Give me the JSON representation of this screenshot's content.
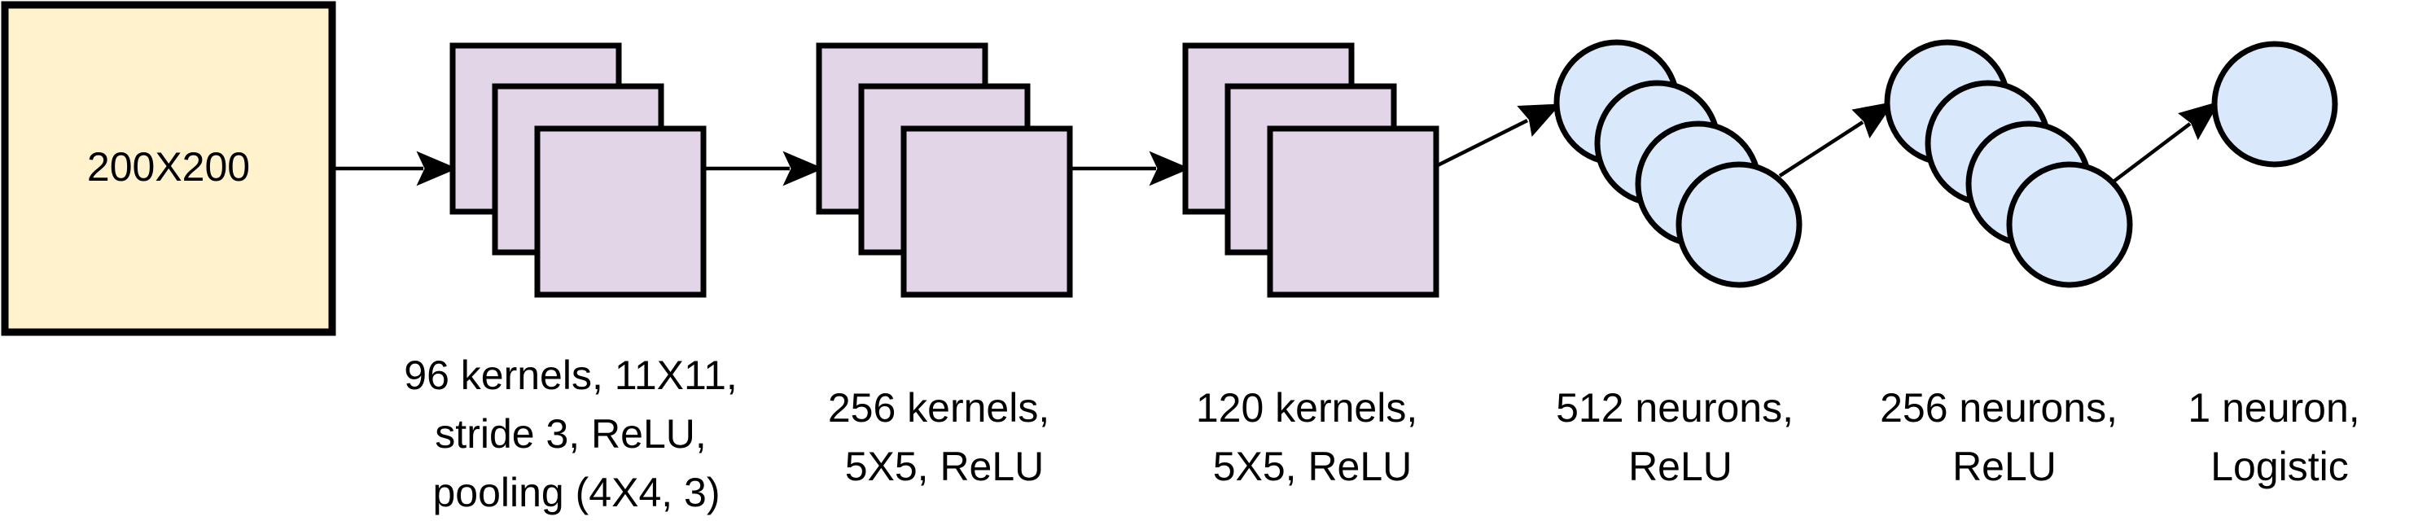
{
  "colors": {
    "input_fill": "#fff2cc",
    "conv_fill": "#e1d5e7",
    "neuron_fill": "#dae8fc",
    "stroke": "#000000"
  },
  "input": {
    "label": "200X200"
  },
  "layers": [
    {
      "kind": "conv",
      "label_lines": [
        "96 kernels, 11X11,",
        "stride 3, ReLU,",
        "pooling (4X4, 3)"
      ]
    },
    {
      "kind": "conv",
      "label_lines": [
        "256 kernels,",
        "5X5, ReLU"
      ]
    },
    {
      "kind": "conv",
      "label_lines": [
        "120 kernels,",
        "5X5, ReLU"
      ]
    },
    {
      "kind": "dense",
      "label_lines": [
        "512 neurons,",
        "ReLU"
      ]
    },
    {
      "kind": "dense",
      "label_lines": [
        "256 neurons,",
        "ReLU"
      ]
    },
    {
      "kind": "output",
      "label_lines": [
        "1 neuron,",
        "Logistic"
      ]
    }
  ]
}
